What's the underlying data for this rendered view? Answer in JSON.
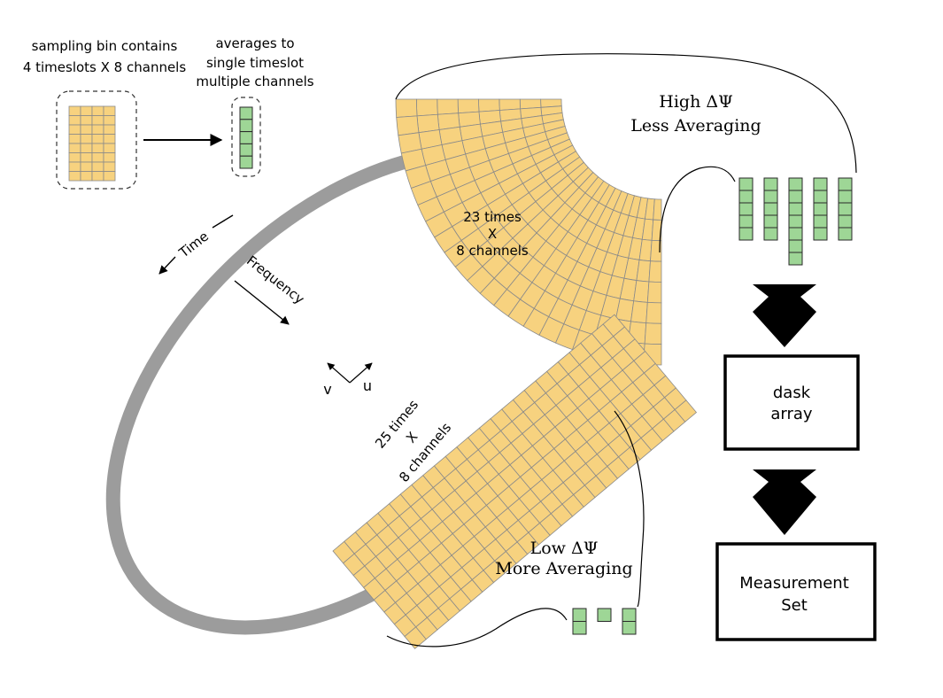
{
  "legend": {
    "bin_line1": "sampling bin contains",
    "bin_line2": "4 timeslots X 8 channels",
    "avg_line1": "averages to",
    "avg_line2": "single timeslot",
    "avg_line3": "multiple channels"
  },
  "axes": {
    "time": "Time",
    "frequency": "Frequency",
    "v": "v",
    "u": "u"
  },
  "high_block": {
    "title": "High ΔΨ",
    "subtitle": "Less Averaging",
    "count_line1": "23 times",
    "count_line2": "X",
    "count_line3": "8 channels",
    "output_column_heights": [
      5,
      5,
      7,
      5,
      5
    ]
  },
  "low_block": {
    "title": "Low ΔΨ",
    "subtitle": "More Averaging",
    "count_line1": "25 times",
    "count_line2": "X",
    "count_line3": "8 channels",
    "output_column_heights": [
      2,
      1,
      2
    ]
  },
  "pipeline": {
    "dask_line1": "dask",
    "dask_line2": "array",
    "ms_line1": "Measurement",
    "ms_line2": "Set"
  },
  "colors": {
    "cell_fill": "#f7d27f",
    "cell_stroke": "#8a8a8a",
    "avg_fill": "#9ed696",
    "avg_stroke": "#2a2a2a",
    "ring": "#9c9c9c",
    "ink": "#000000"
  }
}
